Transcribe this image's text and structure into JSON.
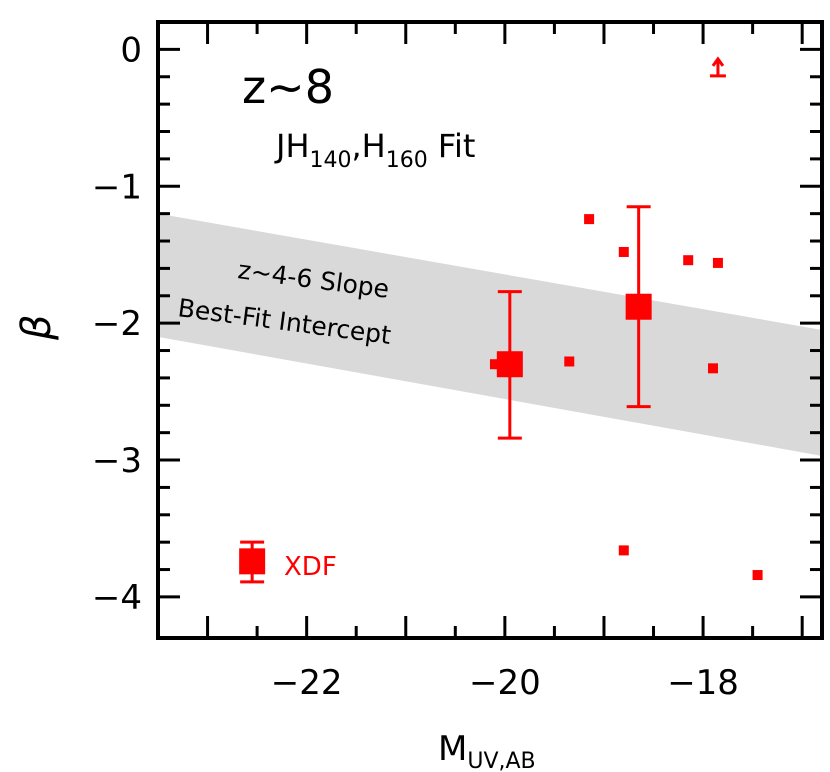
{
  "chart_data": {
    "type": "scatter",
    "annotations": {
      "redshift": "z~8",
      "fit_prefix": "JH",
      "fit_sub1": "140",
      "fit_mid": ",H",
      "fit_sub2": "160",
      "fit_suffix": " Fit",
      "band_line1": "z~4-6 Slope",
      "band_line2": "Best-Fit Intercept",
      "legend_label": "XDF"
    },
    "xlabel_main": "M",
    "xlabel_sub": "UV,AB",
    "ylabel": "β",
    "xlim": [
      -23.5,
      -16.8
    ],
    "ylim": [
      -4.3,
      0.2
    ],
    "x_ticks": [
      -22,
      -20,
      -18
    ],
    "x_tick_labels": [
      "−22",
      "−20",
      "−18"
    ],
    "y_ticks": [
      0,
      -1,
      -2,
      -3,
      -4
    ],
    "y_tick_labels": [
      "0",
      "−1",
      "−2",
      "−3",
      "−4"
    ],
    "band": {
      "x": [
        -23.5,
        -16.8
      ],
      "upper": [
        -1.2,
        -2.05
      ],
      "lower": [
        -2.1,
        -2.97
      ]
    },
    "series": [
      {
        "values": [
          {
            "x": -20.1,
            "y": -2.3
          },
          {
            "x": -19.35,
            "y": -2.28
          },
          {
            "x": -19.15,
            "y": -1.24
          },
          {
            "x": -18.8,
            "y": -1.48
          },
          {
            "x": -18.8,
            "y": -3.66
          },
          {
            "x": -18.15,
            "y": -1.54
          },
          {
            "x": -17.85,
            "y": -1.56
          },
          {
            "x": -17.9,
            "y": -2.33
          },
          {
            "x": -17.45,
            "y": -3.84
          }
        ]
      },
      {
        "values": [
          {
            "x": -19.95,
            "y": -2.3,
            "y_low": -2.84,
            "y_high": -1.77
          },
          {
            "x": -18.65,
            "y": -1.88,
            "y_low": -2.61,
            "y_high": -1.15
          }
        ]
      }
    ],
    "lower_limit": {
      "x": -17.85,
      "y": -0.15
    },
    "legend_marker": {
      "x": -22.55,
      "y": -3.74,
      "y_low": -3.89,
      "y_high": -3.6
    },
    "colors": {
      "points": "#ff0000",
      "band": "#d9d9d9",
      "axes": "#000000"
    }
  }
}
